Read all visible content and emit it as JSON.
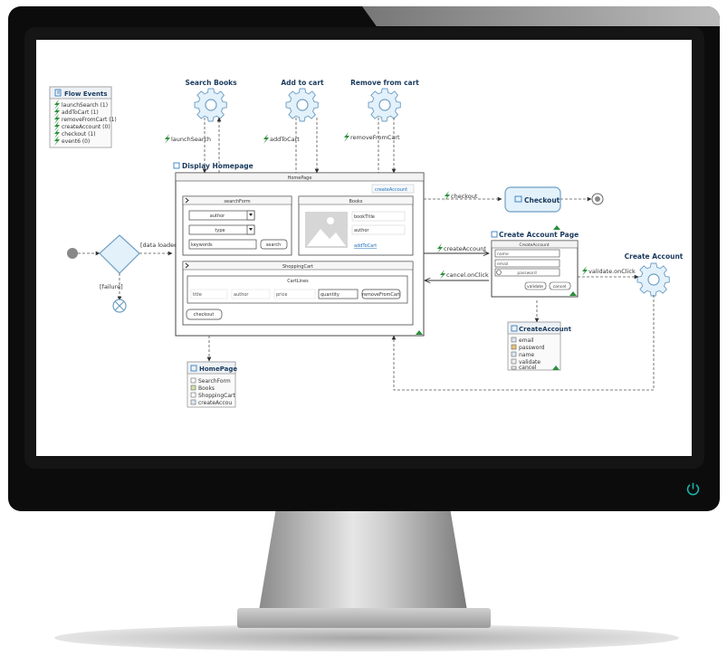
{
  "flow_events": {
    "title": "Flow Events",
    "items": [
      "launchSearch (1)",
      "addToCart (1)",
      "removeFromCart (1)",
      "createAccount (0)",
      "checkout (1)",
      "event6 (0)"
    ]
  },
  "tasks": {
    "search_books": "Search Books",
    "add_to_cart": "Add to cart",
    "remove_from_cart": "Remove from cart",
    "create_account": "Create Account"
  },
  "events": {
    "launch_search": "launchSearch",
    "add_to_cart": "addToCart",
    "remove_from_cart": "removeFromCart",
    "checkout": "checkout",
    "create_account": "createAccount",
    "cancel_onclick": "cancel.onClick",
    "validate_onclick": "validate.onClick"
  },
  "guards": {
    "data_loaded": "[data loaded]",
    "failure": "[failure]"
  },
  "display_homepage": {
    "title": "Display Homepage",
    "window_title": "HomePage",
    "create_account_link": "createAccount",
    "search_form": {
      "title": "searchForm",
      "select_author": "author",
      "select_type": "type",
      "keywords": "keywords",
      "search_button": "search"
    },
    "books": {
      "title": "Books",
      "book_title": "bookTitle",
      "author": "author",
      "add_to_cart": "addToCart"
    },
    "shopping_cart": {
      "title": "ShoppingCart",
      "cart_lines": "CartLines",
      "columns": [
        "title",
        "author",
        "price",
        "quantity"
      ],
      "remove_button": "removeFromCart",
      "checkout_button": "checkout"
    }
  },
  "homepage_class": {
    "title": "HomePage",
    "items": [
      "SearchForm",
      "Books",
      "ShoppingCart",
      "createAccou"
    ]
  },
  "checkout_node": "Checkout",
  "create_account_page": {
    "title": "Create Account Page",
    "window_title": "CreateAccount",
    "field_name": "name",
    "field_email": "email",
    "field_password": "password",
    "validate_button": "validate",
    "cancel_button": "cancel"
  },
  "create_account_class": {
    "title": "CreateAccount",
    "items": [
      "email",
      "password",
      "name",
      "validate",
      "cancel"
    ]
  },
  "colors": {
    "accent": "#1f6fb8",
    "node_fill": "#e3f1fb",
    "node_stroke": "#6f9fc4",
    "event_icon": "#2a8f3a",
    "power": "#18b8b0"
  }
}
